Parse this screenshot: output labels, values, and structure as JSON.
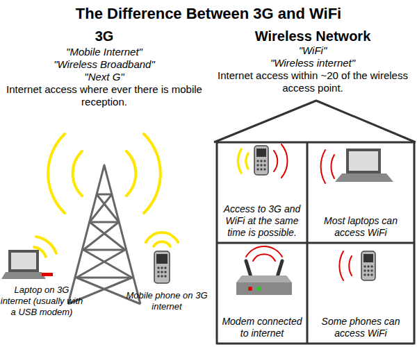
{
  "diagram": {
    "title": "The Difference Between 3G and WiFi",
    "nodes": [
      {
        "text": [
          "Wireless Network",
          "\"WiFi\"",
          "\"Wireless internet\"",
          "Internet access within ~20 of the wireless access point."
        ]
      },
      {
        "text": [
          "Access to 3G and WiFi at the same time is possible."
        ],
        "in": 0
      },
      {
        "text": [
          "Most laptops can access WiFi"
        ],
        "in": 0
      },
      {
        "text": [
          "Modem connected to internet"
        ],
        "in": 0
      },
      {
        "text": [
          "Some phones can access WiFi"
        ],
        "in": 0
      }
    ],
    "labels": [
      "3G",
      "\"Mobile Internet\"",
      "\"Wireless Broadband\"",
      "\"Next G\"",
      "Internet access where ever there is mobile reception.",
      "Laptop on 3G internet (usually with a USB modem)",
      "Mobile phone on 3G internet"
    ]
  }
}
